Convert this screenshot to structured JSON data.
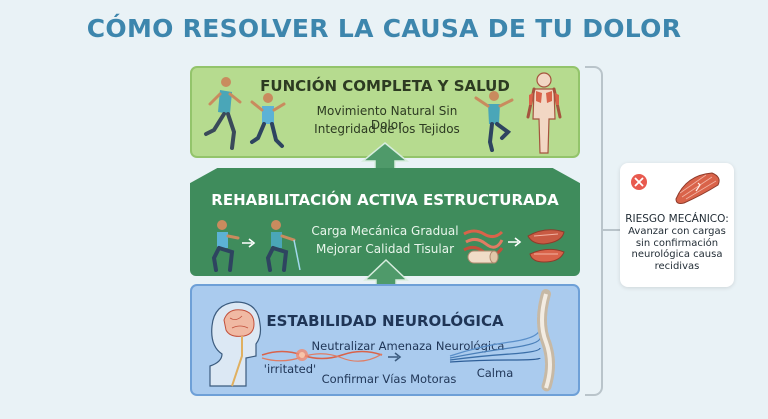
{
  "title": "CÓMO RESOLVER LA CAUSA DE TU DOLOR",
  "tiers": {
    "top": {
      "heading": "FUNCIÓN COMPLETA Y SALUD",
      "lines": [
        "Movimiento Natural Sin Dolor",
        "Integridad de los Tejidos"
      ]
    },
    "middle": {
      "heading": "REHABILITACIÓN ACTIVA ESTRUCTURADA",
      "lines": [
        "Carga Mecánica Gradual",
        "Mejorar Calidad Tisular"
      ]
    },
    "bottom": {
      "heading": "ESTABILIDAD NEUROLÓGICA",
      "lines": [
        "Neutralizar Amenaza Neurológica",
        "Confirmar Vías Motoras"
      ],
      "label_irritated": "'irritated'",
      "label_calm": "Calma"
    }
  },
  "risk": {
    "title": "RIESGO MECÁNICO:",
    "body_lines": [
      "Avanzar con cargas",
      "sin confirmación",
      "neurológica causa",
      "recidivas"
    ]
  },
  "colors": {
    "title": "#3d86ad",
    "top_tier": "#b6db8f",
    "middle_tier": "#3f8c5c",
    "bottom_tier": "#aacbee",
    "arrow": "#4f9a6a",
    "risk_icon": "#e85a4f"
  }
}
